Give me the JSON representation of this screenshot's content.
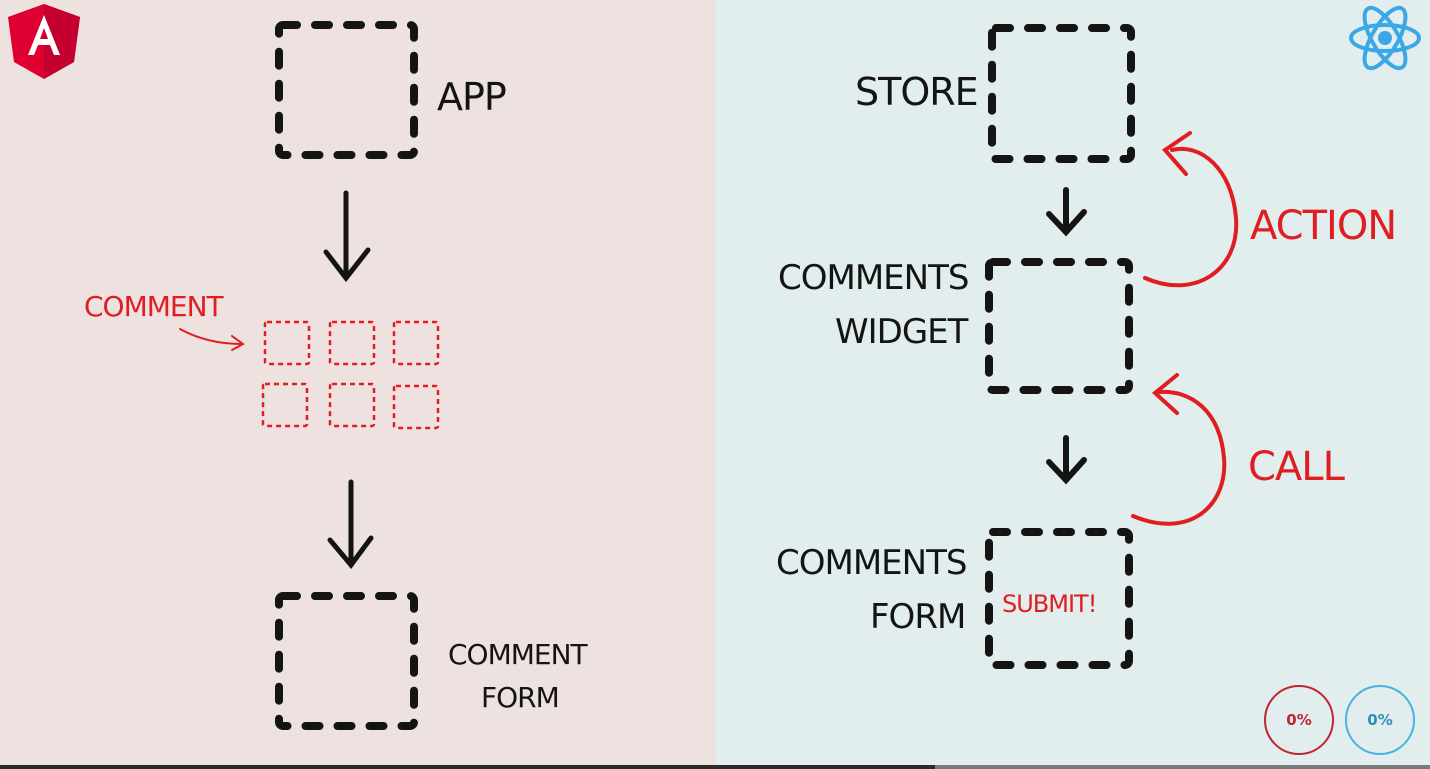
{
  "angular_side": {
    "logo_icon": "angular-logo-icon",
    "app_label": "APP",
    "comment_label": "COMMENT",
    "comment_form_label_line1": "COMMENT",
    "comment_form_label_line2": "FORM"
  },
  "react_side": {
    "logo_icon": "react-logo-icon",
    "store_label": "STORE",
    "action_label": "ACTION",
    "comments_widget_label_line1": "COMMENTS",
    "comments_widget_label_line2": "WIDGET",
    "call_label": "CALL",
    "comments_form_label_line1": "COMMENTS",
    "comments_form_label_line2": "FORM",
    "submit_label": "SUBMIT!"
  },
  "progress": {
    "left_badge": "0%",
    "right_badge": "0%"
  },
  "colors": {
    "left_background": "#ede2df",
    "right_background": "#e2eeed",
    "accent_red": "#e01e22",
    "angular_red": "#dd0031",
    "react_blue": "#3aa8e8"
  }
}
